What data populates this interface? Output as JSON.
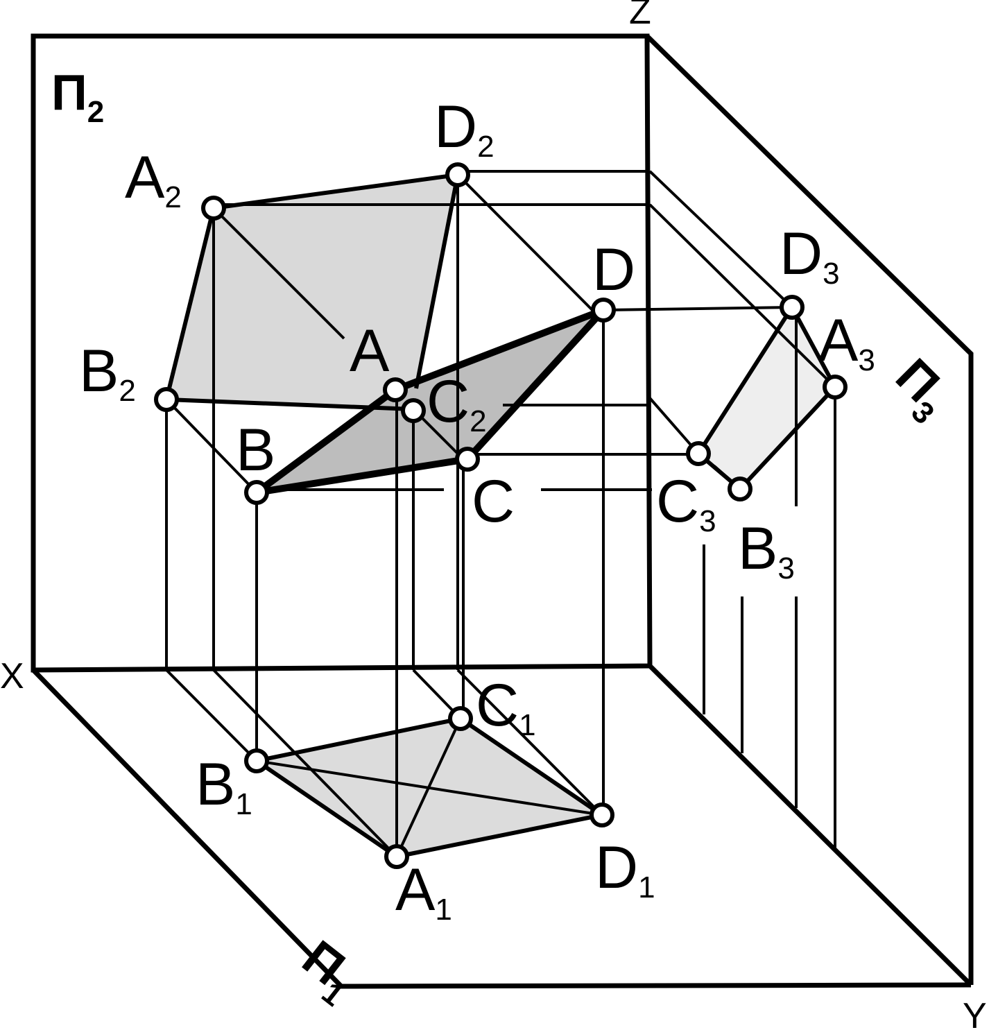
{
  "axes": {
    "x": "X",
    "y": "Y",
    "z": "Z"
  },
  "planes": {
    "p2": {
      "main": "П",
      "sub": "2"
    },
    "p3": {
      "main": "П",
      "sub": "3"
    },
    "p1": {
      "main": "П",
      "sub": "1"
    }
  },
  "points": {
    "A": {
      "main": "A",
      "sub": ""
    },
    "B": {
      "main": "B",
      "sub": ""
    },
    "C": {
      "main": "C",
      "sub": ""
    },
    "D": {
      "main": "D",
      "sub": ""
    },
    "A1": {
      "main": "A",
      "sub": "1"
    },
    "B1": {
      "main": "B",
      "sub": "1"
    },
    "C1": {
      "main": "C",
      "sub": "1"
    },
    "D1": {
      "main": "D",
      "sub": "1"
    },
    "A2": {
      "main": "A",
      "sub": "2"
    },
    "B2": {
      "main": "B",
      "sub": "2"
    },
    "C2": {
      "main": "C",
      "sub": "2"
    },
    "D2": {
      "main": "D",
      "sub": "2"
    },
    "A3": {
      "main": "A",
      "sub": "3"
    },
    "B3": {
      "main": "B",
      "sub": "3"
    },
    "C3": {
      "main": "C",
      "sub": "3"
    },
    "D3": {
      "main": "D",
      "sub": "3"
    }
  },
  "colors": {
    "line": "#000000",
    "projection_fill": "#d9d9d9",
    "space_fill": "#bdbdbd",
    "profile_fill": "#eeeeee"
  }
}
